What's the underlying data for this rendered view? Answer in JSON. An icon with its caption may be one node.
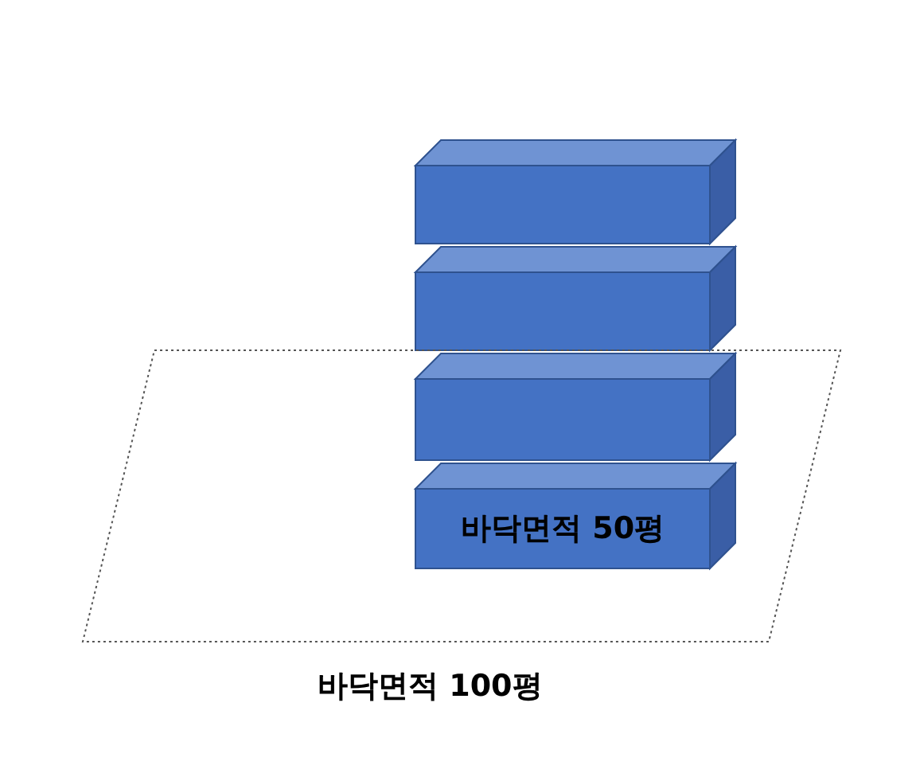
{
  "diagram": {
    "nodes": [
      {
        "text": [],
        "shape": "box"
      },
      {
        "text": [],
        "shape": "box"
      },
      {
        "text": [
          "바닥면적 100평"
        ]
      },
      {
        "text": [],
        "shape": "box",
        "in": 2
      },
      {
        "text": [
          "바닥면적 50평"
        ],
        "in": 2
      }
    ]
  }
}
